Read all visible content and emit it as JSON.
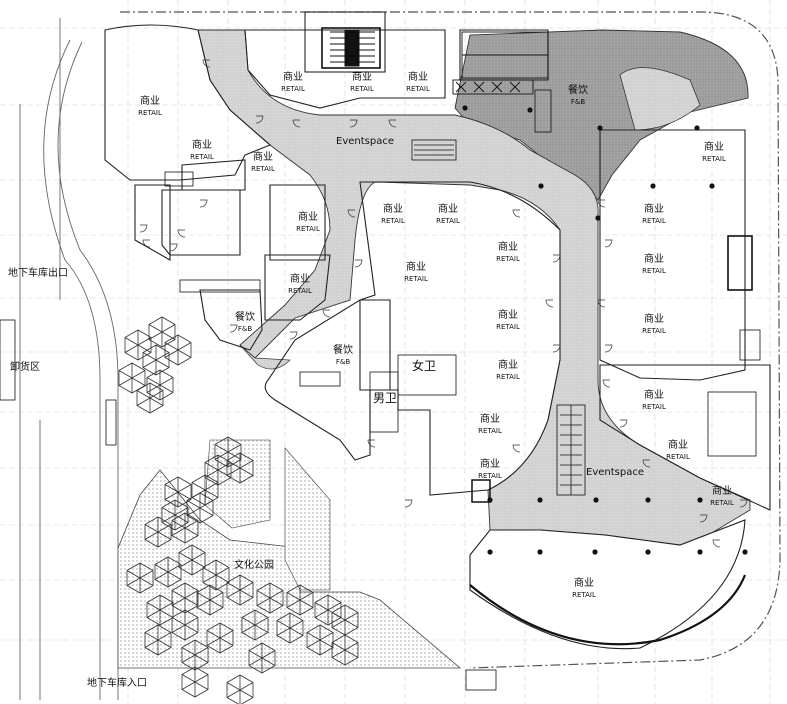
{
  "rooms": [
    {
      "id": "r-nw",
      "zh": "商业",
      "en": "RETAIL"
    },
    {
      "id": "r-top1",
      "zh": "商业",
      "en": "RETAIL"
    },
    {
      "id": "r-top2",
      "zh": "商业",
      "en": "RETAIL"
    },
    {
      "id": "r-top3",
      "zh": "商业",
      "en": "RETAIL"
    },
    {
      "id": "fb-top",
      "zh": "餐饮",
      "en": "F&B"
    },
    {
      "id": "r-w1",
      "zh": "商业",
      "en": "RETAIL"
    },
    {
      "id": "r-w2",
      "zh": "商业",
      "en": "RETAIL"
    },
    {
      "id": "r-w3",
      "zh": "商业",
      "en": "RETAIL"
    },
    {
      "id": "r-w4",
      "zh": "商业",
      "en": "RETAIL"
    },
    {
      "id": "fb-w",
      "zh": "餐饮",
      "en": "F&B"
    },
    {
      "id": "r-c1",
      "zh": "商业",
      "en": "RETAIL"
    },
    {
      "id": "r-c2",
      "zh": "商业",
      "en": "RETAIL"
    },
    {
      "id": "r-c3",
      "zh": "商业",
      "en": "RETAIL"
    },
    {
      "id": "r-c4",
      "zh": "商业",
      "en": "RETAIL"
    },
    {
      "id": "r-c5",
      "zh": "商业",
      "en": "RETAIL"
    },
    {
      "id": "r-c6",
      "zh": "商业",
      "en": "RETAIL"
    },
    {
      "id": "fb-c",
      "zh": "餐饮",
      "en": "F&B"
    },
    {
      "id": "r-c7",
      "zh": "商业",
      "en": "RETAIL"
    },
    {
      "id": "r-c8",
      "zh": "商业",
      "en": "RETAIL"
    },
    {
      "id": "r-e1",
      "zh": "商业",
      "en": "RETAIL"
    },
    {
      "id": "r-e2",
      "zh": "商业",
      "en": "RETAIL"
    },
    {
      "id": "r-e3",
      "zh": "商业",
      "en": "RETAIL"
    },
    {
      "id": "r-e4",
      "zh": "商业",
      "en": "RETAIL"
    },
    {
      "id": "r-e5",
      "zh": "商业",
      "en": "RETAIL"
    },
    {
      "id": "r-e6",
      "zh": "商业",
      "en": "RETAIL"
    },
    {
      "id": "r-e7",
      "zh": "商业",
      "en": "RETAIL"
    },
    {
      "id": "r-e8",
      "zh": "商业",
      "en": "RETAIL"
    },
    {
      "id": "r-s",
      "zh": "商业",
      "en": "RETAIL"
    }
  ],
  "labels": {
    "eventspace_top": "Eventspace",
    "eventspace_bottom": "Eventspace",
    "womens_restroom": "女卫",
    "mens_restroom": "男卫",
    "culture_park": "文化公园",
    "garage_exit": "地下车库出口",
    "garage_entrance": "地下车库入口",
    "loading_area": "卸货区"
  },
  "colors": {
    "corridor": "#d4d4d4",
    "plaza_dark": "#a6a6a6",
    "park_dots": "#bdbdbd",
    "line": "#222222",
    "grid": "#cfcfcf"
  }
}
